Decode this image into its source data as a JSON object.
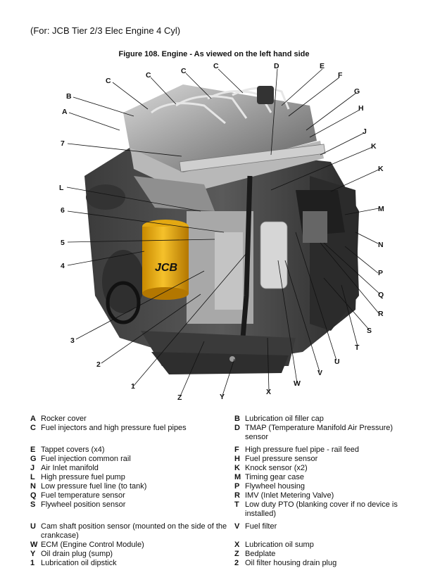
{
  "header": "(For: JCB Tier 2/3 Elec Engine 4 Cyl)",
  "figure_title": "Figure 108. Engine - As viewed on the left hand side",
  "badge_text": "JCB",
  "callouts": [
    "C",
    "C",
    "C",
    "C",
    "D",
    "E",
    "B",
    "F",
    "A",
    "G",
    "H",
    "J",
    "7",
    "K",
    "L",
    "K",
    "M",
    "6",
    "5",
    "N",
    "4",
    "P",
    "Q",
    "R",
    "S",
    "3",
    "T",
    "U",
    "2",
    "V",
    "W",
    "1",
    "Z",
    "Y",
    "X"
  ],
  "legend": [
    [
      [
        "A",
        "Rocker cover"
      ],
      [
        "B",
        "Lubrication oil filler cap"
      ]
    ],
    [
      [
        "C",
        "Fuel injectors and high pressure fuel pipes"
      ],
      [
        "D",
        "TMAP (Temperature Manifold Air Pressure) sensor"
      ]
    ],
    [
      [
        "E",
        "Tappet covers (x4)"
      ],
      [
        "F",
        "High pressure fuel pipe - rail feed"
      ]
    ],
    [
      [
        "G",
        "Fuel injection common rail"
      ],
      [
        "H",
        "Fuel pressure sensor"
      ]
    ],
    [
      [
        "J",
        "Air Inlet manifold"
      ],
      [
        "K",
        "Knock sensor (x2)"
      ]
    ],
    [
      [
        "L",
        "High pressure fuel pump"
      ],
      [
        "M",
        "Timing gear case"
      ]
    ],
    [
      [
        "N",
        "Low pressure fuel line (to tank)"
      ],
      [
        "P",
        "Flywheel housing"
      ]
    ],
    [
      [
        "Q",
        "Fuel temperature sensor"
      ],
      [
        "R",
        "IMV (Inlet Metering Valve)"
      ]
    ],
    [
      [
        "S",
        "Flywheel position sensor"
      ],
      [
        "T",
        "Low duty PTO (blanking cover if no device is installed)"
      ]
    ],
    [
      [
        "U",
        "Cam shaft position sensor (mounted on the side of the crankcase)"
      ],
      [
        "V",
        "Fuel filter"
      ]
    ],
    [
      [
        "W",
        "ECM (Engine Control Module)"
      ],
      [
        "X",
        "Lubrication oil sump"
      ]
    ],
    [
      [
        "Y",
        "Oil drain plug (sump)"
      ],
      [
        "Z",
        "Bedplate"
      ]
    ],
    [
      [
        "1",
        "Lubrication oil dipstick"
      ],
      [
        "2",
        "Oil filter housing drain plug"
      ]
    ]
  ]
}
